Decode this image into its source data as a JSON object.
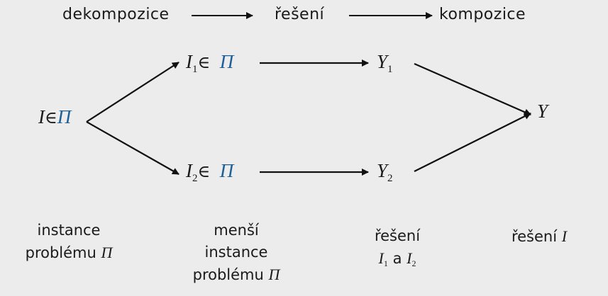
{
  "header": {
    "step1": "dekompozice",
    "step2": "řešení",
    "step3": "kompozice"
  },
  "nodes": {
    "instance": {
      "var": "I",
      "sym": "∈",
      "set": "Π"
    },
    "sub1": {
      "var": "I",
      "sub": "1",
      "sym": "∈",
      "set": "Π"
    },
    "sub2": {
      "var": "I",
      "sub": "2",
      "sym": "∈",
      "set": "Π"
    },
    "sol1": {
      "var": "Y",
      "sub": "1"
    },
    "sol2": {
      "var": "Y",
      "sub": "2"
    },
    "final": {
      "var": "Y"
    }
  },
  "captions": {
    "col1": {
      "line1": "instance",
      "line2": "problému",
      "sym": "Π"
    },
    "col2": {
      "line1": "menší",
      "line2": "instance",
      "line3": "problému",
      "sym": "Π"
    },
    "col3": {
      "line1": "řešení",
      "var1": "I",
      "sub1": "1",
      "conj": "a",
      "var2": "I",
      "sub2": "2"
    },
    "col4": {
      "line1": "řešení",
      "var": "I"
    }
  },
  "colors": {
    "arrow": "#111111",
    "pi": "#1f5f97",
    "background": "#ececec"
  }
}
